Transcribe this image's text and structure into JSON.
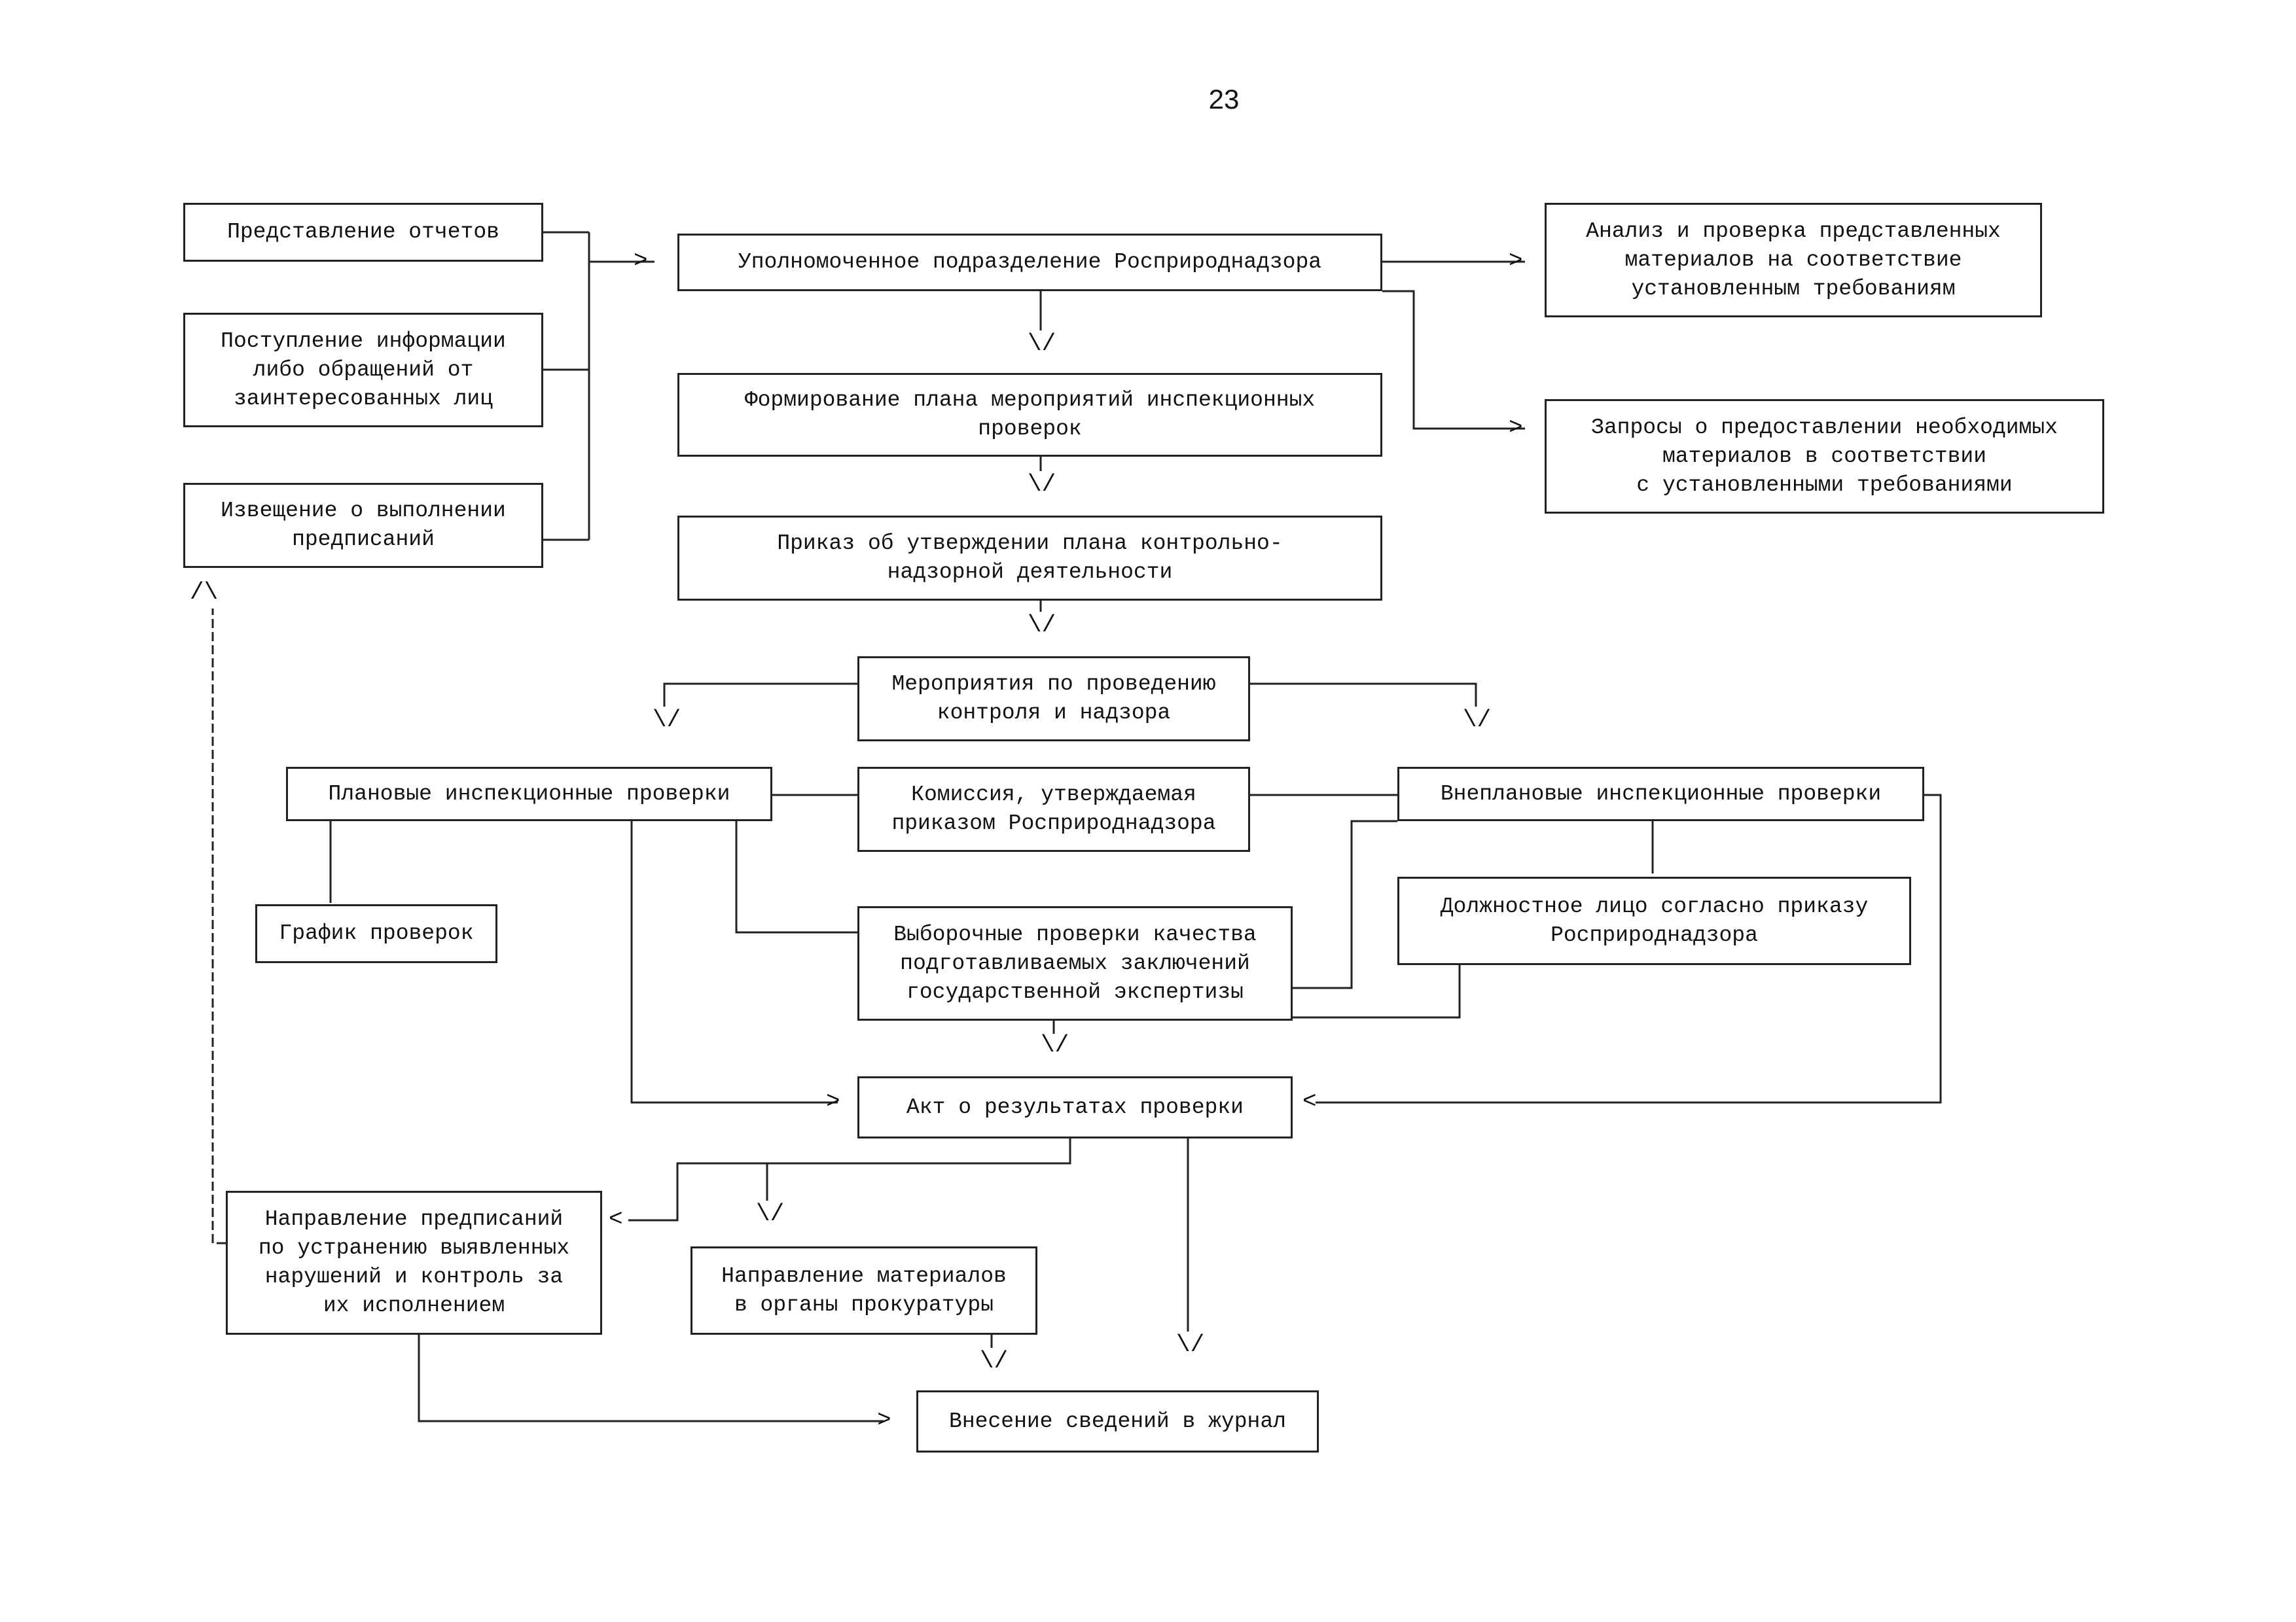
{
  "page_number": "23",
  "nodes": {
    "reports": "Представление отчетов",
    "info": "Поступление информации\nлибо обращений от\nзаинтересованных лиц",
    "notice": "Извещение о выполнении\nпредписаний",
    "unit": "Уполномоченное подразделение Росприроднадзора",
    "analysis": "Анализ и проверка представленных\nматериалов на соответствие\nустановленным требованиям",
    "requests": "Запросы о предоставлении необходимых\nматериалов в соответствии\nс установленными требованиями",
    "plan": "Формирование плана мероприятий инспекционных\nпроверок",
    "order": "Приказ об утверждении плана контрольно-\nнадзорной деятельности",
    "measures": "Мероприятия по проведению\nконтроля и надзора",
    "planned": "Плановые инспекционные проверки",
    "commission": "Комиссия, утверждаемая\nприказом Росприроднадзора",
    "unplanned": "Внеплановые инспекционные проверки",
    "schedule": "График проверок",
    "official": "Должностное лицо согласно приказу\nРосприроднадзора",
    "selective": "Выборочные проверки качества\nподготавливаемых заключений\nгосударственной экспертизы",
    "act": "Акт о результатах проверки",
    "prescriptions": "Направление предписаний\nпо устранению выявленных\nнарушений и контроль за\nих исполнением",
    "prosecutor": "Направление материалов\nв органы прокуратуры",
    "journal": "Внесение сведений в журнал"
  },
  "arrow_glyphs": {
    "down": "\\/",
    "up": "/\\"
  }
}
